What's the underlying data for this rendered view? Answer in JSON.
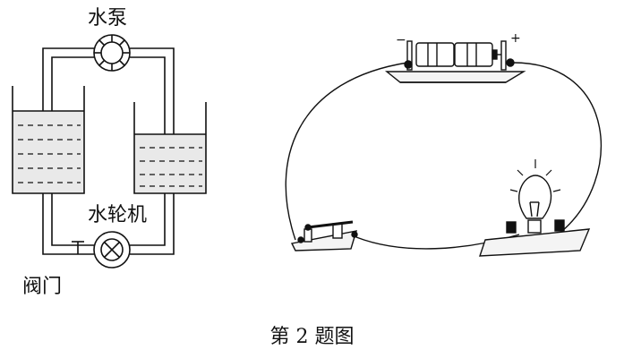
{
  "water_circuit": {
    "pump_label": "水泵",
    "turbine_label": "水轮机",
    "valve_label": "阀门"
  },
  "electric_circuit": {
    "battery_negative": "−",
    "battery_positive": "+"
  },
  "caption": "第 2 题图",
  "colors": {
    "ink": "#111111",
    "tank_fill": "#e9e9e9",
    "base_fill": "#f4f4f4",
    "background": "#ffffff"
  }
}
